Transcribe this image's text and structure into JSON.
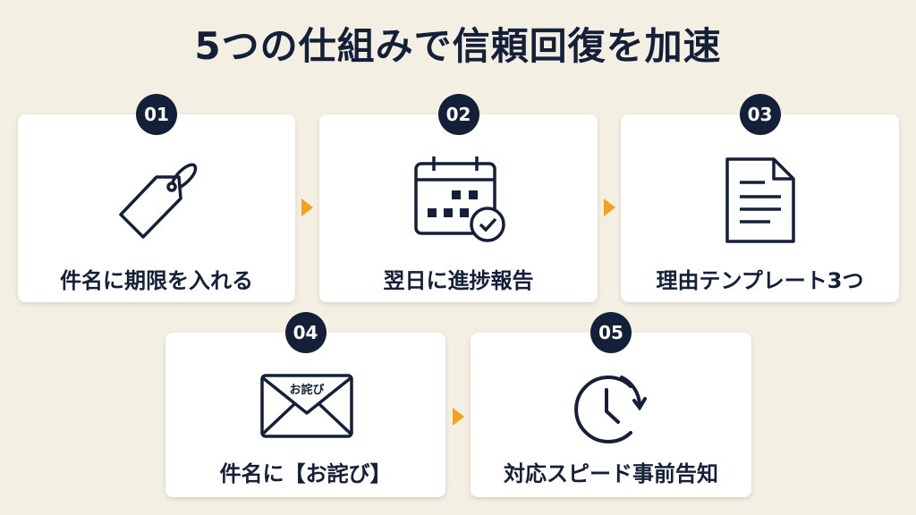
{
  "title": "5つの仕組みで信頼回復を加速",
  "steps": [
    {
      "number": "01",
      "label": "件名に期限を入れる",
      "icon": "tag-icon"
    },
    {
      "number": "02",
      "label": "翌日に進捗報告",
      "icon": "calendar-check-icon"
    },
    {
      "number": "03",
      "label": "理由テンプレート3つ",
      "icon": "document-icon"
    },
    {
      "number": "04",
      "label": "件名に【お詫び】",
      "icon": "envelope-icon",
      "icon_text": "お詫び"
    },
    {
      "number": "05",
      "label": "対応スピード事前告知",
      "icon": "clock-arrow-icon"
    }
  ],
  "colors": {
    "background": "#f3efe2",
    "navy": "#14203a",
    "arrow": "#f4a21e"
  }
}
